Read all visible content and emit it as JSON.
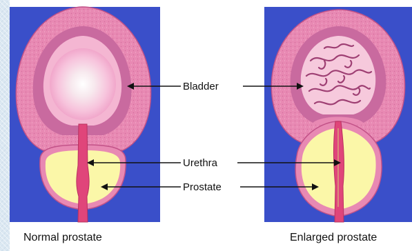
{
  "labels": {
    "bladder": "Bladder",
    "urethra": "Urethra",
    "prostate": "Prostate"
  },
  "captions": {
    "normal": "Normal prostate",
    "enlarged": "Enlarged prostate"
  },
  "colors": {
    "panel_background": "#3a4fc9",
    "bladder_wall": "#e889b3",
    "bladder_inner": "#f4b6d2",
    "prostate": "#fbf7a8",
    "urethra": "#e0457a",
    "label_text": "#111111",
    "slide_background": "#dbe8f2"
  }
}
